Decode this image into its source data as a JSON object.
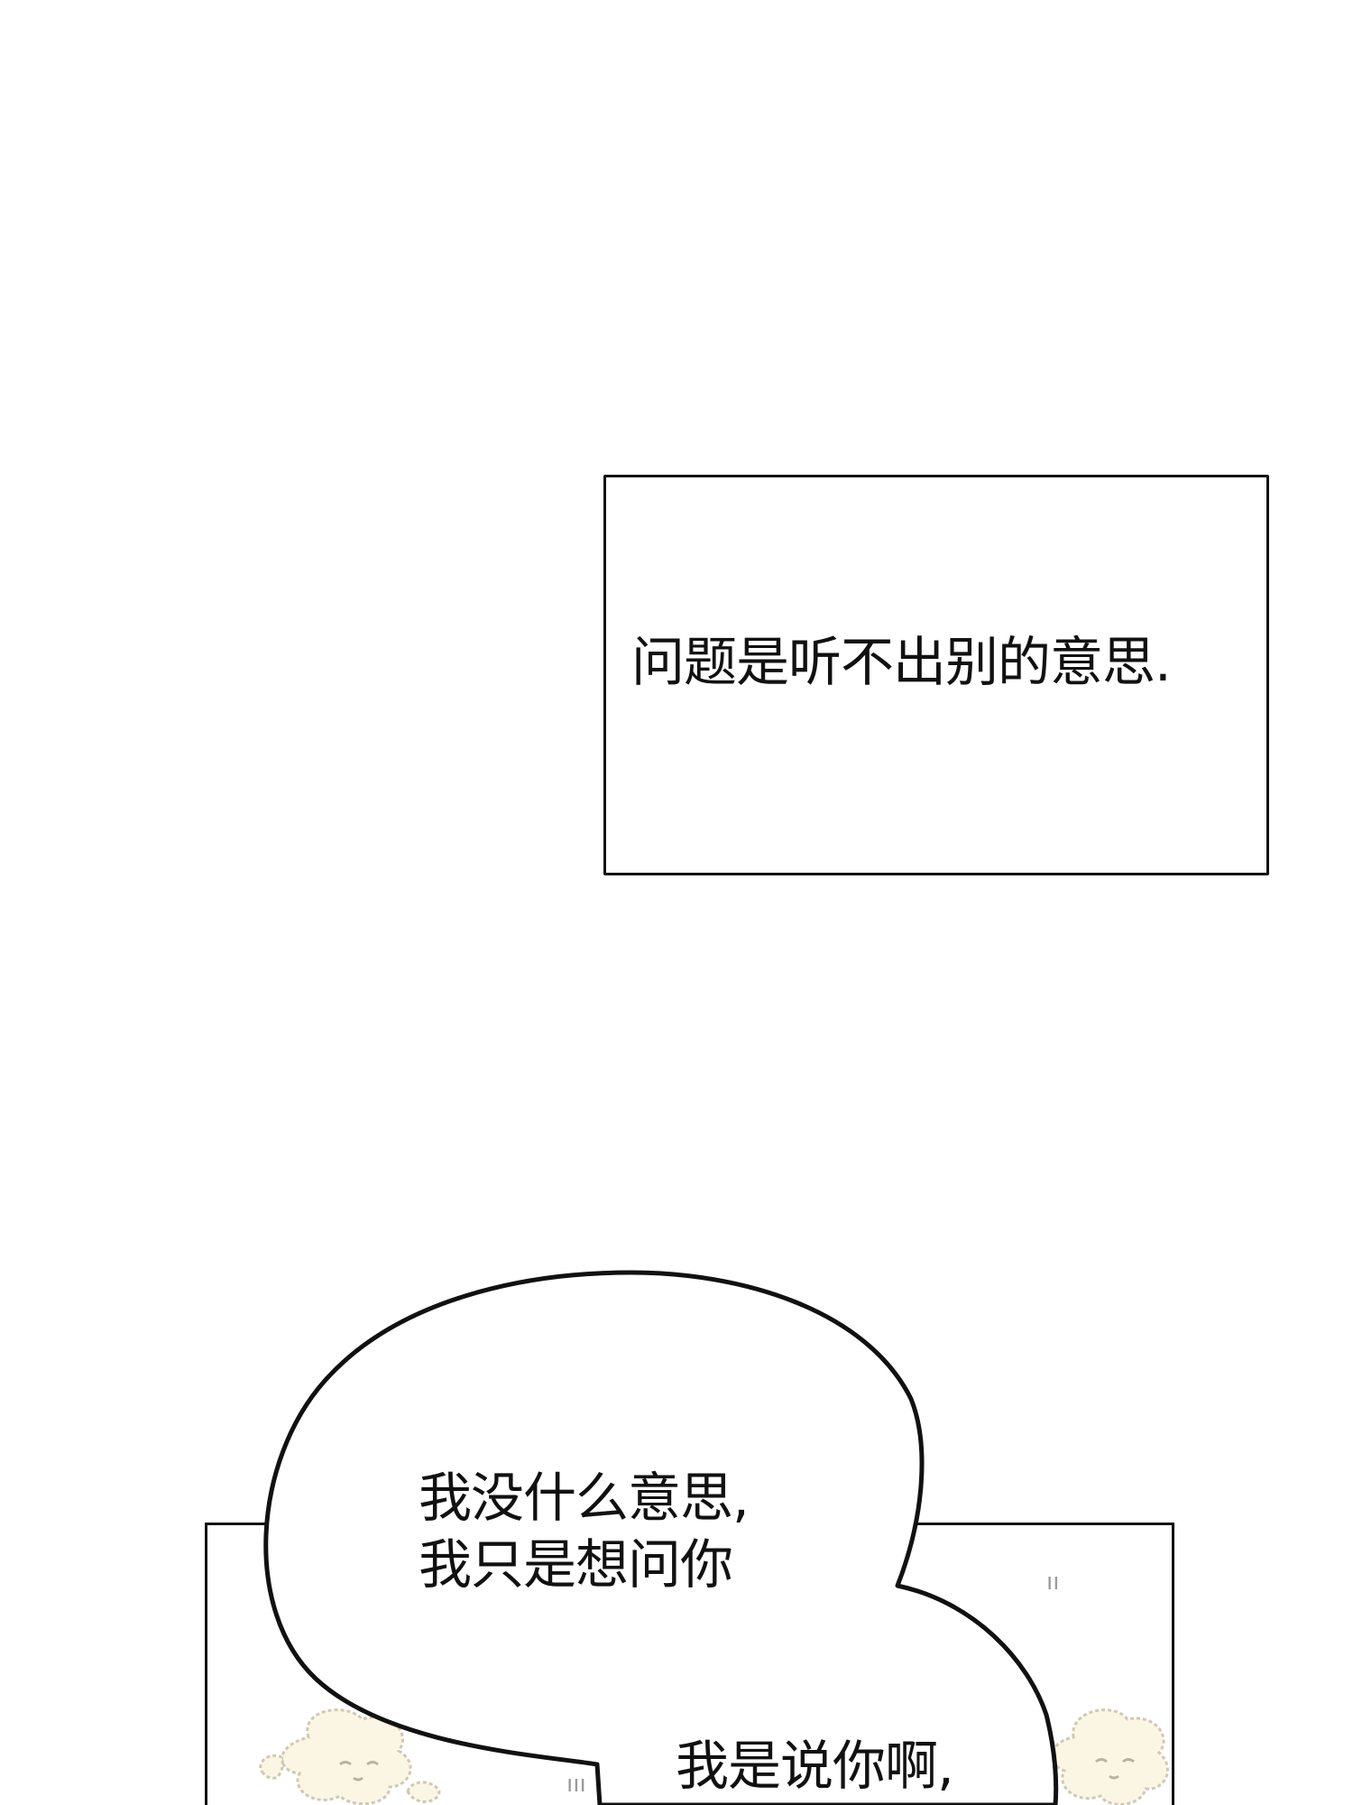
{
  "caption": {
    "text": "问题是听不出别的意思."
  },
  "speech_bubble": {
    "line1": "我没什么意思,",
    "line2": "我只是想问你"
  },
  "speech_bubble_2": {
    "text": "我是说你啊,"
  },
  "colors": {
    "ink": "#111111",
    "paper": "#ffffff",
    "puppy_fill": "#fbf6e3",
    "puppy_line": "#cfc9b3"
  },
  "icons": {
    "left_figure": "puppy-icon",
    "right_figure": "puppy-icon"
  }
}
